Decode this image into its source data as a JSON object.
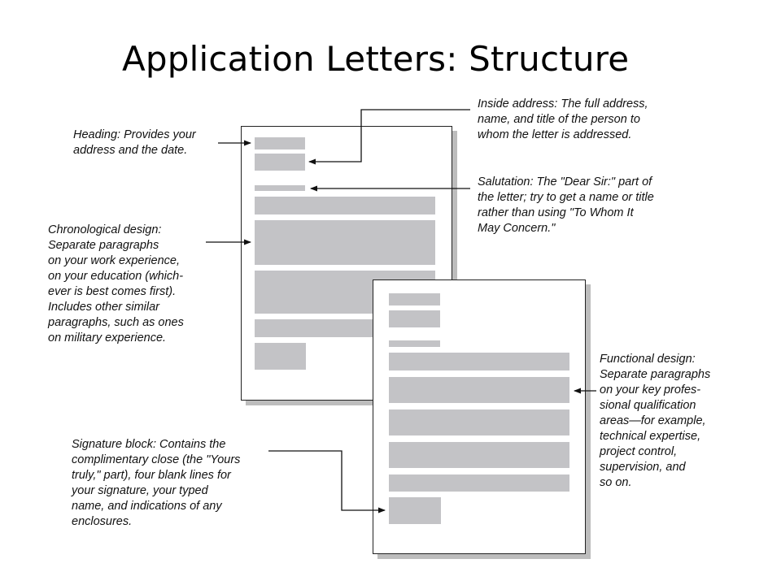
{
  "title": "Application Letters: Structure",
  "callouts": {
    "heading": "Heading: Provides your\naddress and the date.",
    "chronological": "Chronological design:\nSeparate paragraphs\non your work experience,\non your education (which-\never is best comes first).\nIncludes other similar\nparagraphs, such as ones\non military experience.",
    "signature": "Signature block: Contains the\ncomplimentary close (the \"Yours\ntruly,\" part), four blank lines for\nyour signature, your typed\nname, and indications of any\nenclosures.",
    "inside_address": "Inside address: The full address,\nname, and title of the person to\nwhom the letter is addressed.",
    "salutation": "Salutation: The \"Dear Sir:\" part of\nthe letter; try to get a name or title\nrather than using \"To Whom It\nMay Concern.\"",
    "functional": "Functional design:\nSeparate paragraphs\non your key profes-\nsional qualification\nareas—for example,\ntechnical expertise,\nproject control,\nsupervision, and\nso on."
  },
  "colors": {
    "block_fill": "#c3c3c6",
    "page_border": "#222222",
    "page_shadow": "#bdbdbd"
  }
}
